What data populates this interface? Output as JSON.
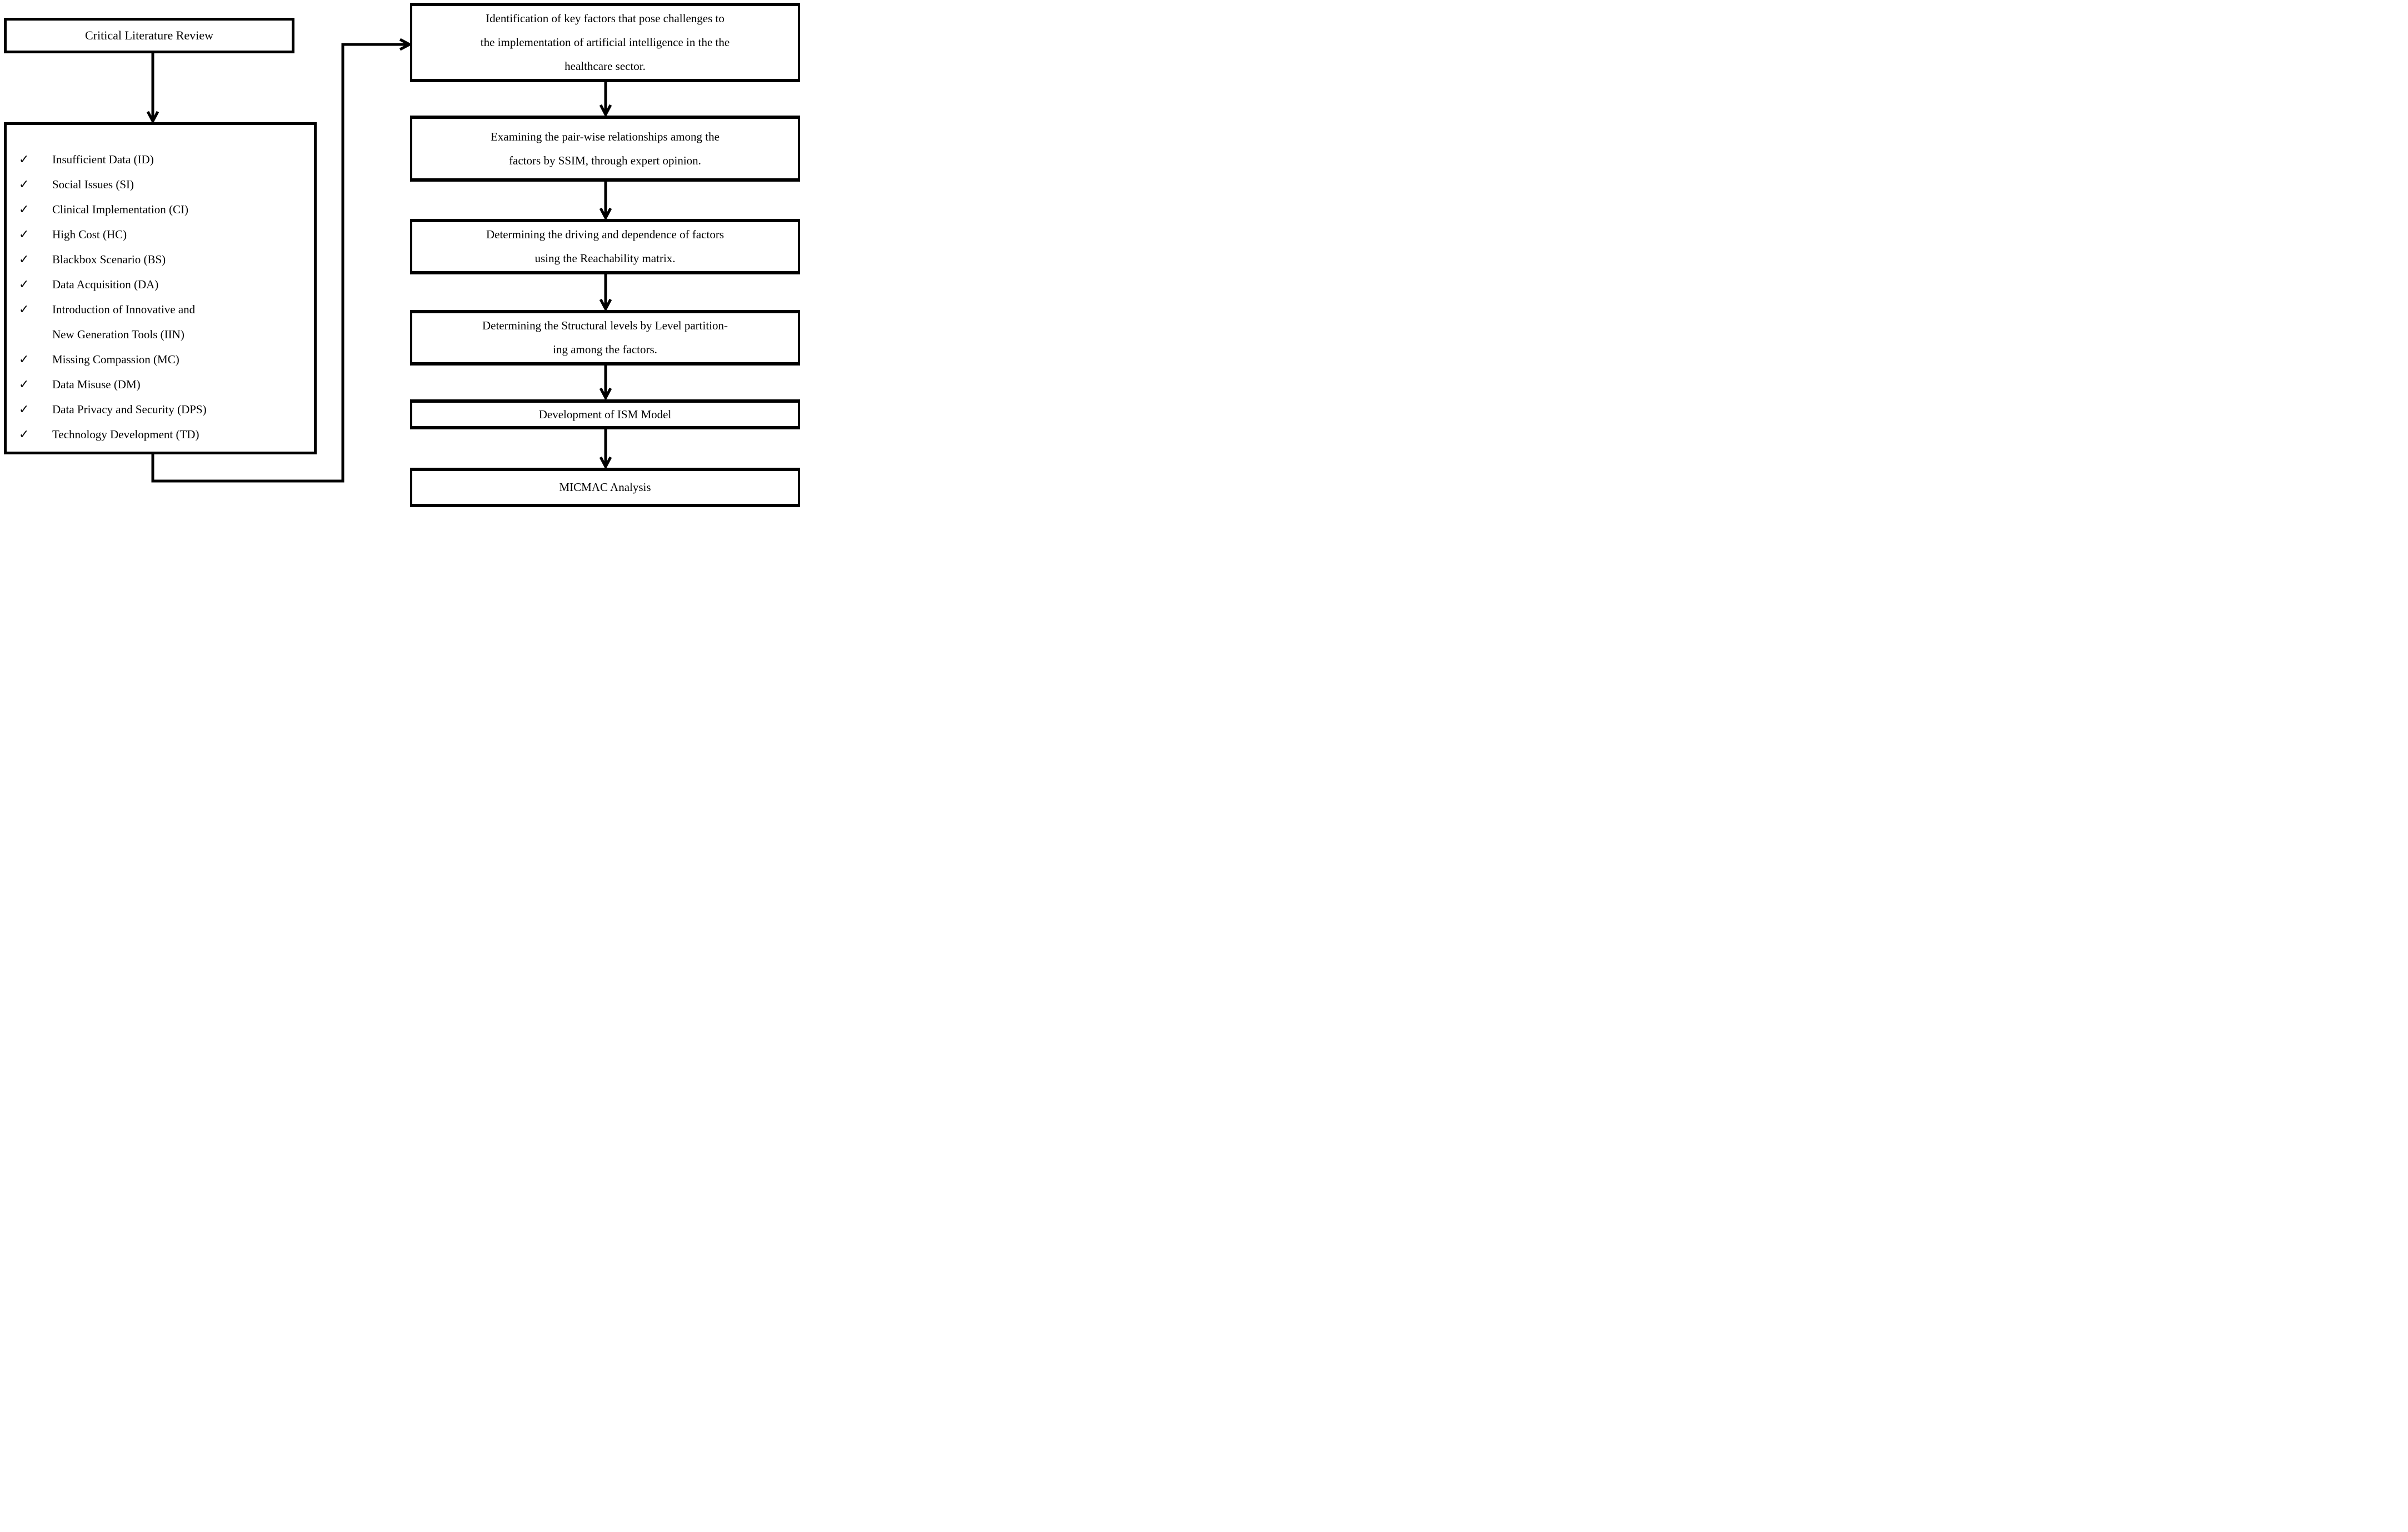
{
  "diagram": {
    "left_column": {
      "literature_review_box": {
        "label": "Critical Literature Review"
      },
      "factors_box": {
        "check_glyph": "✓",
        "items": [
          {
            "lines": [
              "Insufficient Data (ID)"
            ]
          },
          {
            "lines": [
              "Social Issues (SI)"
            ]
          },
          {
            "lines": [
              "Clinical Implementation (CI)"
            ]
          },
          {
            "lines": [
              "High Cost (HC)"
            ]
          },
          {
            "lines": [
              "Blackbox Scenario (BS)"
            ]
          },
          {
            "lines": [
              "Data Acquisition (DA)"
            ]
          },
          {
            "lines": [
              "Introduction of Innovative and",
              "New Generation Tools (IIN)"
            ]
          },
          {
            "lines": [
              "Missing Compassion (MC)"
            ]
          },
          {
            "lines": [
              "Data Misuse (DM)"
            ]
          },
          {
            "lines": [
              "Data Privacy and Security (DPS)"
            ]
          },
          {
            "lines": [
              "Technology Development (TD)"
            ]
          }
        ]
      }
    },
    "right_column": {
      "steps": [
        {
          "lines": [
            "Identification of key factors that pose challenges to",
            "the implementation of artificial intelligence in the the",
            "healthcare sector."
          ]
        },
        {
          "lines": [
            "Examining the pair-wise relationships among the",
            "factors by SSIM, through expert opinion."
          ]
        },
        {
          "lines": [
            "Determining the driving and dependence of factors",
            "using the Reachability matrix."
          ]
        },
        {
          "lines": [
            "Determining the Structural levels by Level partition-",
            "ing among the factors."
          ]
        },
        {
          "lines": [
            "Development of ISM Model"
          ]
        },
        {
          "lines": [
            "MICMAC Analysis"
          ]
        }
      ]
    },
    "colors": {
      "stroke": "#000000",
      "background": "#ffffff",
      "text": "#000000"
    }
  }
}
